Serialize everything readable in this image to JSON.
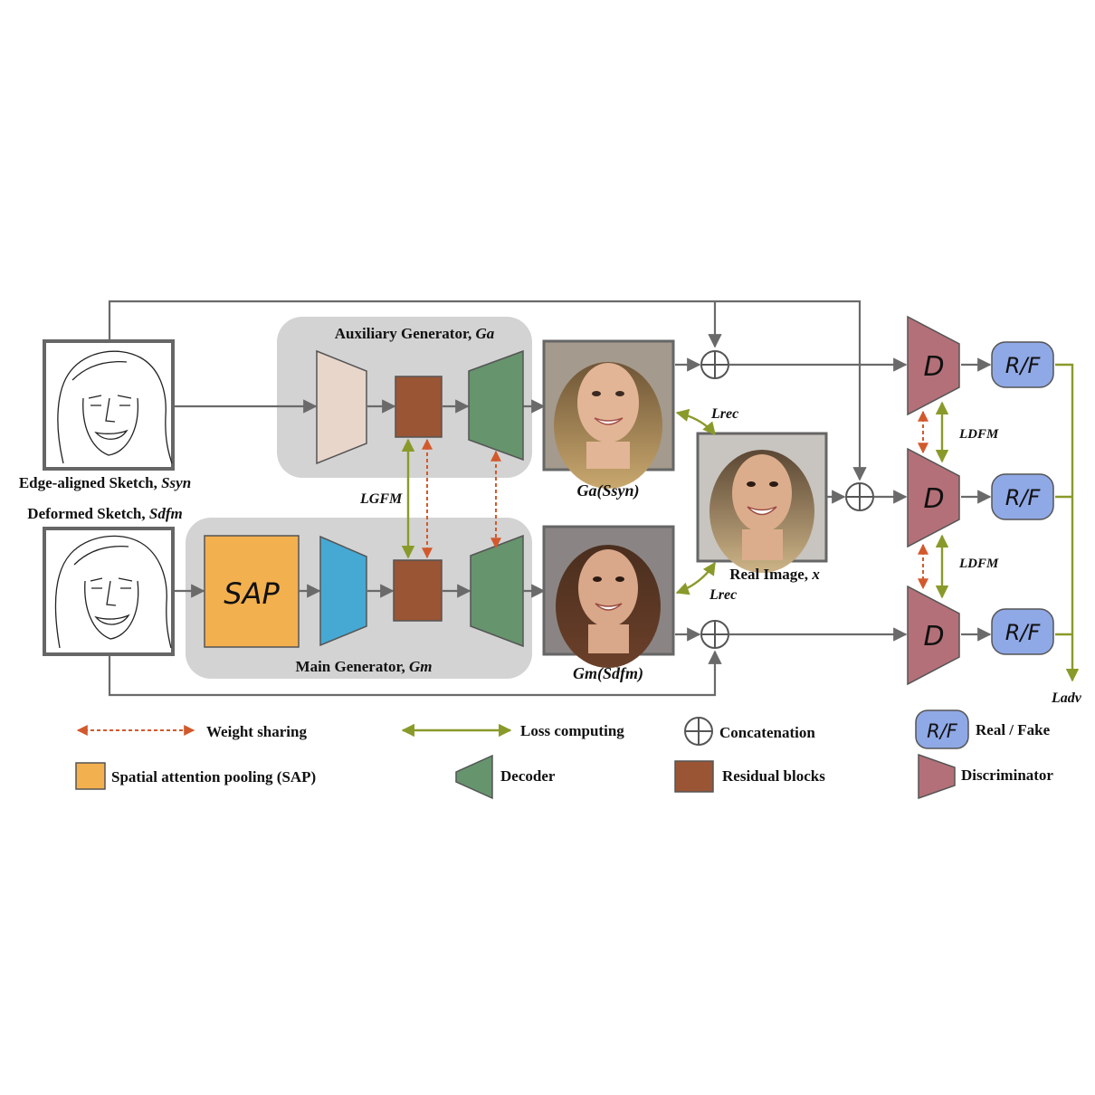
{
  "labels": {
    "aux_generator": "Auxiliary Generator, ",
    "aux_generator_sym": "Ga",
    "main_generator": "Main Generator, ",
    "main_generator_sym": "Gm",
    "edge_sketch": "Edge-aligned Sketch, ",
    "edge_sketch_sym": "Ssyn",
    "deformed_sketch": "Deformed Sketch, ",
    "deformed_sketch_sym": "Sdfm",
    "sap_block": "SAP",
    "ga_output": "Ga(Ssyn)",
    "gm_output": "Gm(Sdfm)",
    "real_image": "Real Image, ",
    "real_image_sym": "x",
    "l_rec_top": "Lrec",
    "l_rec_bottom": "Lrec",
    "l_gfm": "LGFM",
    "l_dfm_top": "LDFM",
    "l_dfm_bottom": "LDFM",
    "l_adv": "Ladv",
    "disc_1": "D",
    "disc_2": "D",
    "disc_3": "D",
    "rf_1": "R/F",
    "rf_2": "R/F",
    "rf_3": "R/F"
  },
  "legend": {
    "weight_sharing": "Weight sharing",
    "loss_computing": "Loss computing",
    "concatenation": "Concatenation",
    "rf_symbol": "R/F",
    "real_fake": "Real / Fake",
    "sap": "Spatial attention pooling (SAP)",
    "decoder": "Decoder",
    "residual": "Residual blocks",
    "discriminator": "Discriminator"
  },
  "colors": {
    "encoder_aux": "#e8d6cb",
    "encoder_main": "#45a9d4",
    "residual": "#9a5535",
    "decoder": "#66946d",
    "sap": "#f3b04f",
    "discriminator": "#b47078",
    "rf": "#8fa8e6",
    "loss_arrow": "#8a9a2a",
    "weight_arrow": "#d2592c",
    "flow_arrow": "#6a6a6a",
    "panel_bg": "#d3d3d3"
  }
}
